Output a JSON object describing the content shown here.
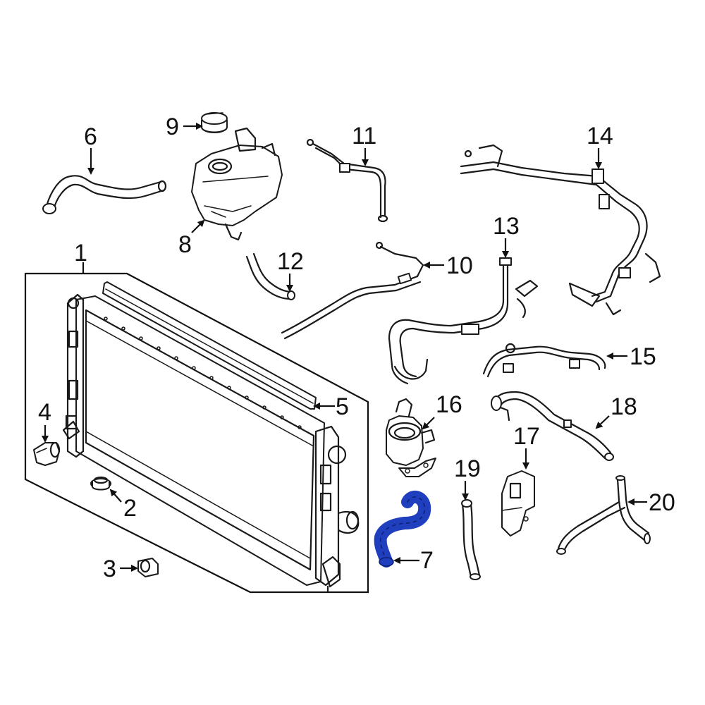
{
  "diagram": {
    "highlight_color": "#1f3fbf",
    "line_color": "#1a1a1a",
    "highlighted_part": "7",
    "callouts": [
      {
        "id": "c1",
        "label": "1"
      },
      {
        "id": "c2",
        "label": "2"
      },
      {
        "id": "c3",
        "label": "3"
      },
      {
        "id": "c4",
        "label": "4"
      },
      {
        "id": "c5",
        "label": "5"
      },
      {
        "id": "c6",
        "label": "6"
      },
      {
        "id": "c7",
        "label": "7"
      },
      {
        "id": "c8",
        "label": "8"
      },
      {
        "id": "c9",
        "label": "9"
      },
      {
        "id": "c10",
        "label": "10"
      },
      {
        "id": "c11",
        "label": "11"
      },
      {
        "id": "c12",
        "label": "12"
      },
      {
        "id": "c13",
        "label": "13"
      },
      {
        "id": "c14",
        "label": "14"
      },
      {
        "id": "c15",
        "label": "15"
      },
      {
        "id": "c16",
        "label": "16"
      },
      {
        "id": "c17",
        "label": "17"
      },
      {
        "id": "c18",
        "label": "18"
      },
      {
        "id": "c19",
        "label": "19"
      },
      {
        "id": "c20",
        "label": "20"
      }
    ]
  }
}
